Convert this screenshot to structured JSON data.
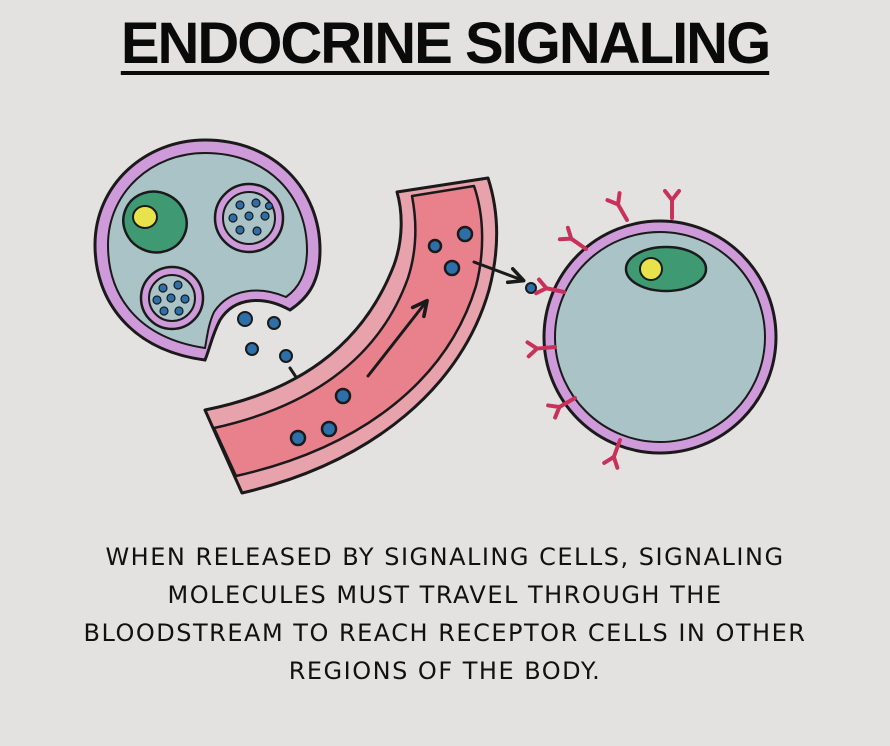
{
  "title": "ENDOCRINE SIGNALING",
  "caption": "WHEN RELEASED BY SIGNALING CELLS, SIGNALING MOLECULES MUST TRAVEL THROUGH THE BLOODSTREAM TO REACH RECEPTOR CELLS IN OTHER REGIONS OF THE BODY.",
  "colors": {
    "background": "#e3e2e0",
    "cell_fill": "#a9c3c7",
    "membrane": "#cf9ad9",
    "nucleus": "#3f9a74",
    "nucleolus": "#e8e34a",
    "vessel_outer": "#e7a2ac",
    "vessel_inner": "#e9818d",
    "molecule": "#2d6fa8",
    "receptor": "#c8325a",
    "outline": "#1a1a1a"
  },
  "icons": [
    "signaling-cell",
    "blood-vessel",
    "receptor-cell",
    "arrow"
  ]
}
